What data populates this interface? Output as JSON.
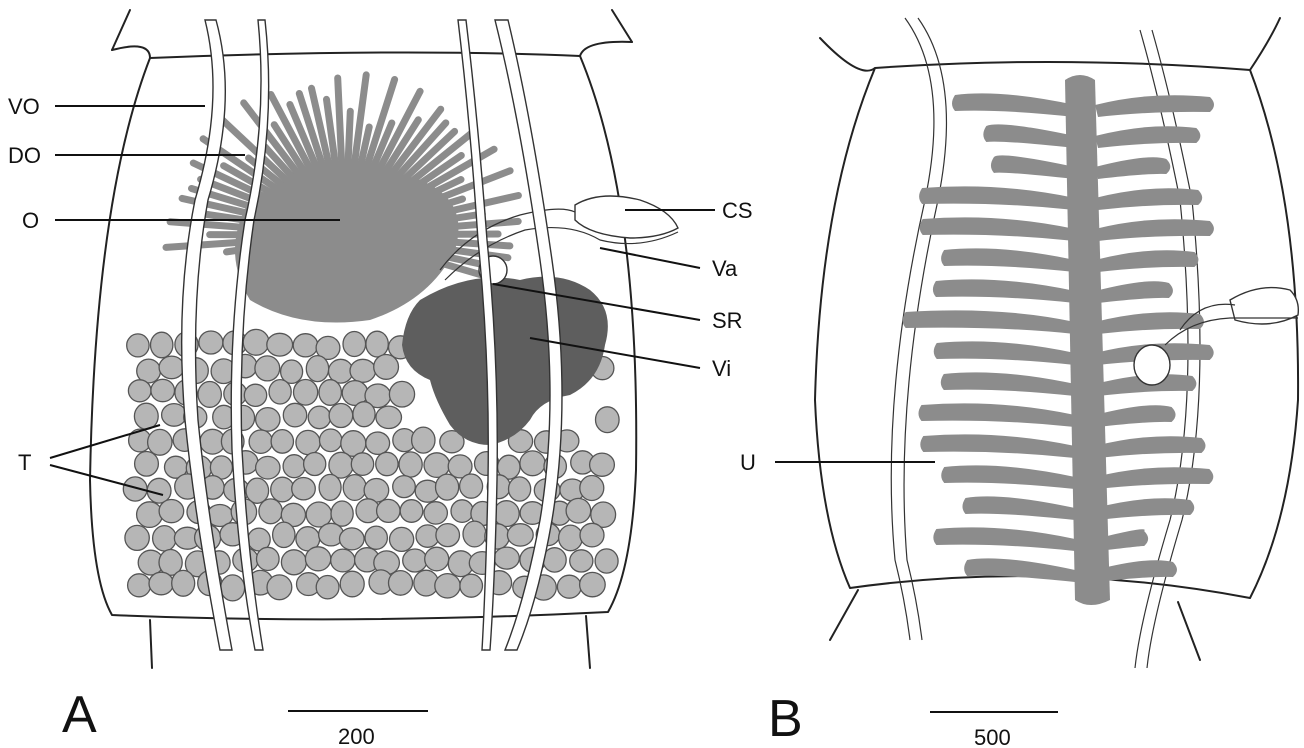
{
  "panels": [
    {
      "id": "A",
      "letter": "A",
      "scale_bar": "200",
      "labels": {
        "VO": "VO",
        "DO": "DO",
        "O": "O",
        "CS": "CS",
        "Va": "Va",
        "SR": "SR",
        "Vi": "Vi",
        "T": "T"
      }
    },
    {
      "id": "B",
      "letter": "B",
      "scale_bar": "500",
      "labels": {
        "U": "U"
      }
    }
  ],
  "colors": {
    "ovary": "#8c8c8c",
    "uterus": "#8c8c8c",
    "testes": "#b6b6b6",
    "vitellarium": "#5e5e5e",
    "outline": "#222222"
  }
}
